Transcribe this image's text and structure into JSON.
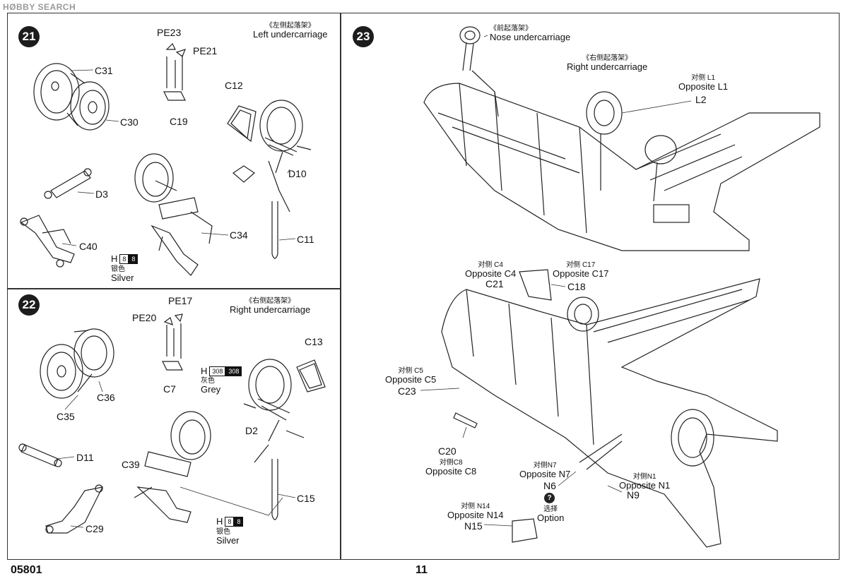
{
  "watermark": "HØBBY SEARCH",
  "page": {
    "code": "05801",
    "number": "11"
  },
  "step21": {
    "number": "21",
    "title_zh": "《左侧起落架》",
    "title_en": "Left undercarriage",
    "parts": [
      "PE23",
      "PE21",
      "C31",
      "C30",
      "C19",
      "C12",
      "D3",
      "D10",
      "C34",
      "C40",
      "C11"
    ],
    "paint": {
      "code": "H",
      "swatch1": "8",
      "swatch2": "8",
      "zh": "银色",
      "en": "Silver"
    }
  },
  "step22": {
    "number": "22",
    "title_zh": "《右侧起落架》",
    "title_en": "Right undercarriage",
    "parts": [
      "PE17",
      "PE20",
      "C13",
      "C7",
      "C36",
      "C35",
      "D2",
      "D11",
      "C39",
      "C15",
      "C29"
    ],
    "paint_grey": {
      "code": "H",
      "swatch1": "308",
      "swatch2": "308",
      "zh": "灰色",
      "en": "Grey"
    },
    "paint_silver": {
      "code": "H",
      "swatch1": "8",
      "swatch2": "8",
      "zh": "银色",
      "en": "Silver"
    }
  },
  "step23": {
    "number": "23",
    "nose_zh": "《前起落架》",
    "nose_en": "Nose undercarriage",
    "right_zh": "《右侧起落架》",
    "right_en": "Right undercarriage",
    "l1_zh": "对侧 L1",
    "l1_en": "Opposite L1",
    "l2": "L2",
    "c4_zh": "对侧 C4",
    "c4_en": "Opposite C4",
    "c17_zh": "对侧 C17",
    "c17_en": "Opposite C17",
    "c21": "C21",
    "c18": "C18",
    "c5_zh": "对侧 C5",
    "c5_en": "Opposite C5",
    "c23": "C23",
    "c20": "C20",
    "c8_zh": "对侧C8",
    "c8_en": "Opposite C8",
    "n7_zh": "对侧N7",
    "n7_en": "Opposite N7",
    "n6": "N6",
    "n1_zh": "对侧N1",
    "n1_en": "Opposite N1",
    "n9": "N9",
    "option_mark": "?",
    "option_zh": "选择",
    "option_en": "Option",
    "n14_zh": "对侧 N14",
    "n14_en": "Opposite N14",
    "n15": "N15"
  }
}
